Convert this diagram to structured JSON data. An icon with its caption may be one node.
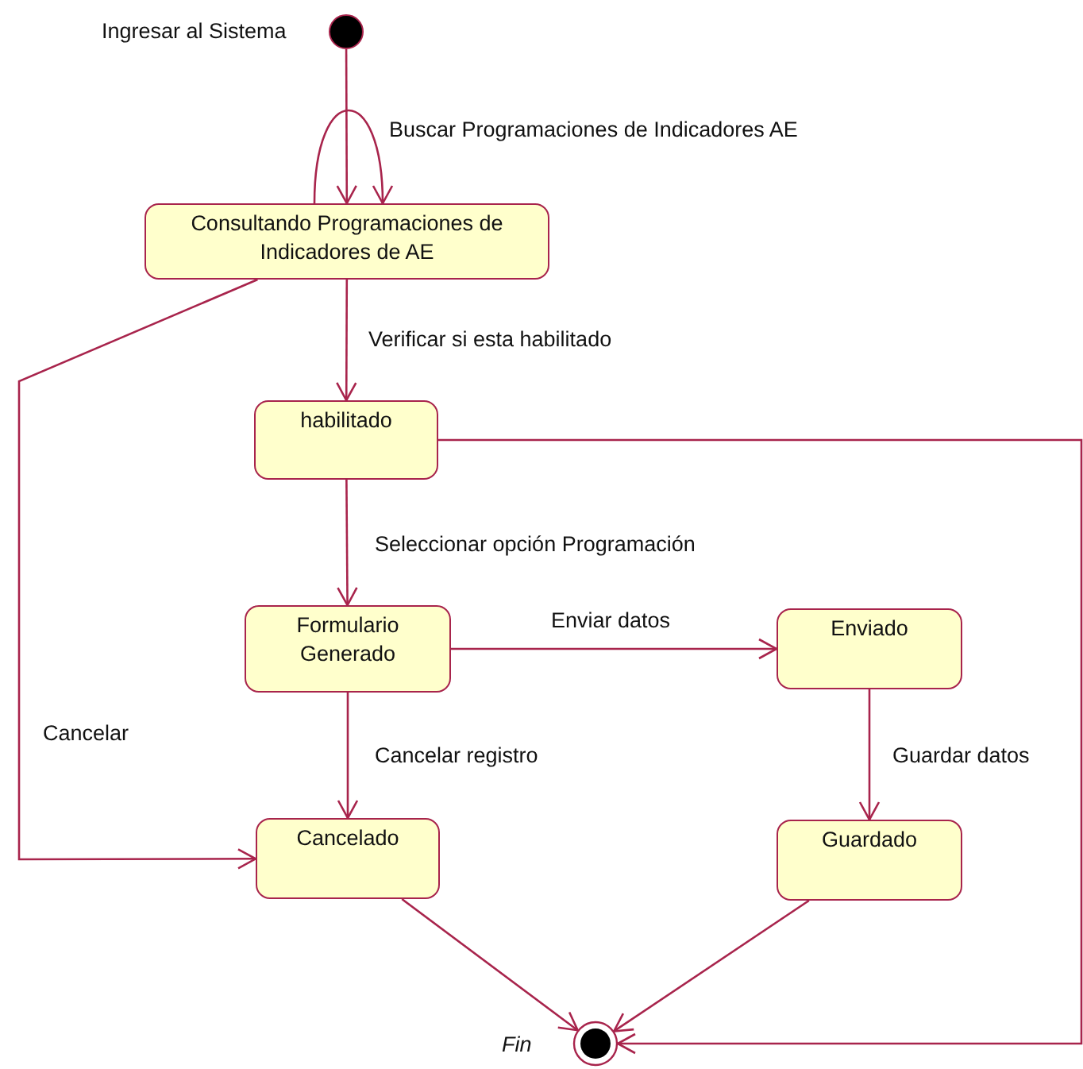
{
  "diagram": {
    "nodes": [
      {
        "text": [],
        "shape": "circle",
        "beside": [
          "Ingresar al Sistema"
        ]
      },
      {
        "text": [
          "Consultando Programaciones de Indicadores de AE"
        ]
      },
      {
        "text": [
          "habilitado"
        ]
      },
      {
        "text": [
          "Formulario Generado"
        ]
      },
      {
        "text": [
          "Enviado"
        ]
      },
      {
        "text": [
          "Cancelado"
        ]
      },
      {
        "text": [
          "Guardado"
        ]
      },
      {
        "text": [],
        "shape": "bullseye",
        "beside": [
          "Fin"
        ]
      }
    ],
    "edges": [
      {
        "from": 0,
        "to": 1,
        "arrow": "to"
      },
      {
        "from": 1,
        "to": 1,
        "arrow": "to",
        "label": "Buscar Programaciones de Indicadores AE"
      },
      {
        "from": 1,
        "to": 2,
        "arrow": "to",
        "label": "Verificar si esta habilitado"
      },
      {
        "from": 2,
        "to": 3,
        "arrow": "to",
        "label": "Seleccionar opción Programación"
      },
      {
        "from": 3,
        "to": 4,
        "arrow": "to",
        "label": "Enviar datos"
      },
      {
        "from": 3,
        "to": 5,
        "arrow": "to",
        "label": "Cancelar registro"
      },
      {
        "from": 4,
        "to": 6,
        "arrow": "to",
        "label": "Guardar datos"
      },
      {
        "from": 1,
        "to": 5,
        "arrow": "to",
        "label": "Cancelar"
      },
      {
        "from": 5,
        "to": 7,
        "arrow": "to"
      },
      {
        "from": 6,
        "to": 7,
        "arrow": "to"
      },
      {
        "from": 2,
        "to": 7,
        "arrow": "to"
      }
    ]
  }
}
